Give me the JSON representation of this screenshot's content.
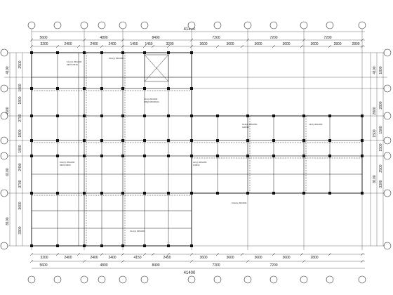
{
  "dimensions": {
    "overall": "41400",
    "top_major": [
      "5600",
      "4800",
      "8400",
      "7200",
      "7200",
      "7200"
    ],
    "top_minor": [
      "3200",
      "2400",
      "2400",
      "2400",
      "1450",
      "1450",
      "3200",
      "3600",
      "3600",
      "3600",
      "3600",
      "3600",
      "2800",
      "2800"
    ],
    "bottom_major": [
      "5600",
      "4800",
      "8400",
      "7200",
      "7200"
    ],
    "bottom_minor": [
      "3200",
      "2400",
      "2400",
      "2400",
      "4150",
      "2450",
      "3600",
      "3600",
      "3600",
      "3600",
      "2800"
    ],
    "left_major": [
      "4100",
      "4500",
      "6100",
      "8100"
    ],
    "left_minor": [
      "2500",
      "1800",
      "1800",
      "2700",
      "1800",
      "1900",
      "2400",
      "3700",
      "3000",
      "3300"
    ],
    "right_major": [
      "4100",
      "2800",
      "1500",
      "8100"
    ],
    "right_minor": [
      "1800",
      "2800",
      "1500",
      "1500",
      "2500",
      "3300"
    ]
  },
  "annotations": [
    "KL1(2) 250x600",
    "KL2(2) 250x500",
    "L1(1) 200x400",
    "KL3(3) 250x600",
    "2Φ20;2Φ18",
    "Φ8@100/200(2)",
    "L2(1) 200x450",
    "N4Φ12",
    "KL4(2) 250x550",
    "G2Φ12",
    "L3(2) 200x400",
    "3Φ20;3Φ20"
  ],
  "colors": {
    "line": "#111111",
    "background": "#ffffff"
  }
}
